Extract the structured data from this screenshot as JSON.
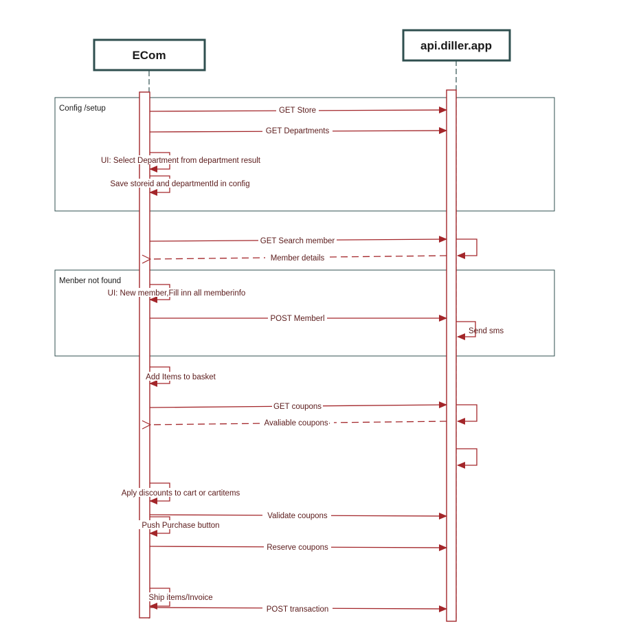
{
  "actors": {
    "ecom": "ECom",
    "api": "api.diller.app"
  },
  "frames": {
    "config": "Config /setup",
    "member_not_found": "Menber not found"
  },
  "messages": {
    "get_store": "GET Store",
    "get_departments": "GET Departments",
    "select_department": "UI: Select Department from department result",
    "save_config": "Save storeid and departmentId in config",
    "get_search_member": "GET Search member",
    "member_details": "Member details",
    "new_member": "UI: New member,Fill inn all memberinfo",
    "post_member": "POST Memberl",
    "send_sms": "Send sms",
    "add_items": "Add Items to basket",
    "get_coupons": "GET coupons",
    "available_coupons": "Avaliable coupons·",
    "apply_discounts": "Aply discounts to cart or cartitems",
    "validate_coupons": "Validate coupons",
    "push_purchase": "Push Purchase button",
    "reserve_coupons": "Reserve coupons",
    "ship_items": "Ship items/Invoice",
    "post_transaction": "POST transaction"
  },
  "colors": {
    "message_line": "#a3262a",
    "actor_border": "#2f4f4f",
    "frame_border": "#2f4f4f"
  }
}
